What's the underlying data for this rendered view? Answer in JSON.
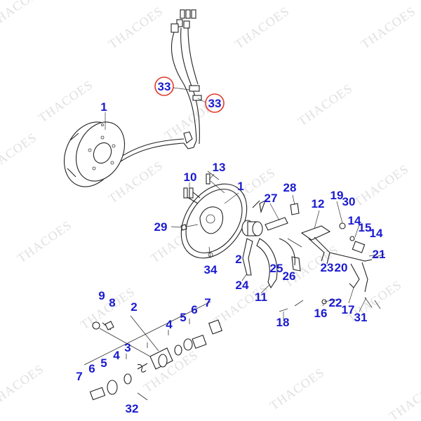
{
  "watermark": "THACOES",
  "labels": [
    "33",
    "33",
    "1",
    "13",
    "10",
    "1",
    "27",
    "28",
    "19",
    "30",
    "12",
    "14",
    "15",
    "14",
    "21",
    "29",
    "2",
    "34",
    "25",
    "26",
    "23",
    "20",
    "24",
    "11",
    "22",
    "17",
    "16",
    "18",
    "31",
    "9",
    "8",
    "2",
    "6",
    "7",
    "4",
    "5",
    "3",
    "4",
    "5",
    "6",
    "7",
    "32"
  ],
  "colors": {
    "label": "#1a1ad0",
    "highlight_circle": "#e03a2a",
    "line_art": "#222222",
    "watermark": "#c8c8c8"
  }
}
